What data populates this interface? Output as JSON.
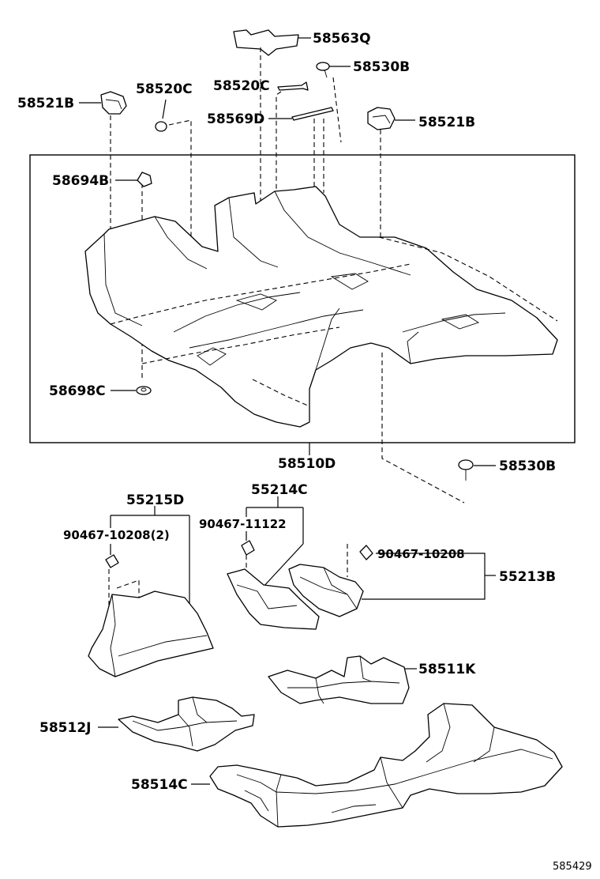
{
  "labels": {
    "p58563Q": "58563Q",
    "p58530B_top": "58530B",
    "p58521B_left": "58521B",
    "p58520C_left": "58520C",
    "p58520C_mid": "58520C",
    "p58569D": "58569D",
    "p58521B_right": "58521B",
    "p58694B": "58694B",
    "p58698C": "58698C",
    "p58510D": "58510D",
    "p58530B_bottom": "58530B",
    "p55215D": "55215D",
    "p55214C": "55214C",
    "p90467_10208_2": "90467-10208(2)",
    "p90467_11122": "90467-11122",
    "p90467_10208": "90467-10208",
    "p55213B": "55213B",
    "p58511K": "58511K",
    "p58512J": "58512J",
    "p58514C": "58514C"
  },
  "figure_number": "585429"
}
